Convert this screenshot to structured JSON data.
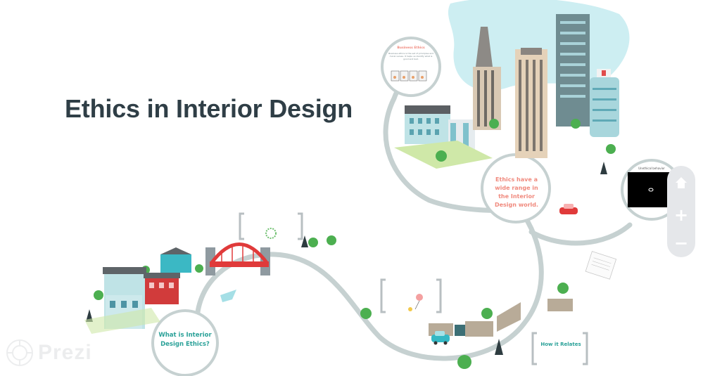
{
  "presentation": {
    "title": "Ethics in Interior Design",
    "brand": "Prezi"
  },
  "nodes": {
    "business_ethics": {
      "heading": "Business Ethics",
      "body": "Business ethics is the set of principles and moral values. It helps us identify what is good and bad."
    },
    "wide_range": {
      "label": "Ethics have a wide range in the Interior Design world."
    },
    "unethical_behavior": {
      "heading": "Unethical behavior"
    },
    "what_is": {
      "label": "What is Interior Design Ethics?"
    },
    "how_it_relates": {
      "label": "How it Relates"
    }
  },
  "controls": {
    "home_icon": "home-icon",
    "zoom_in_label": "+",
    "zoom_out_label": "−"
  },
  "colors": {
    "path": "#c9d3d3",
    "title": "#2f3e46",
    "coral": "#f08a7e",
    "teal": "#2aa198",
    "sky": "#cfeef2"
  }
}
